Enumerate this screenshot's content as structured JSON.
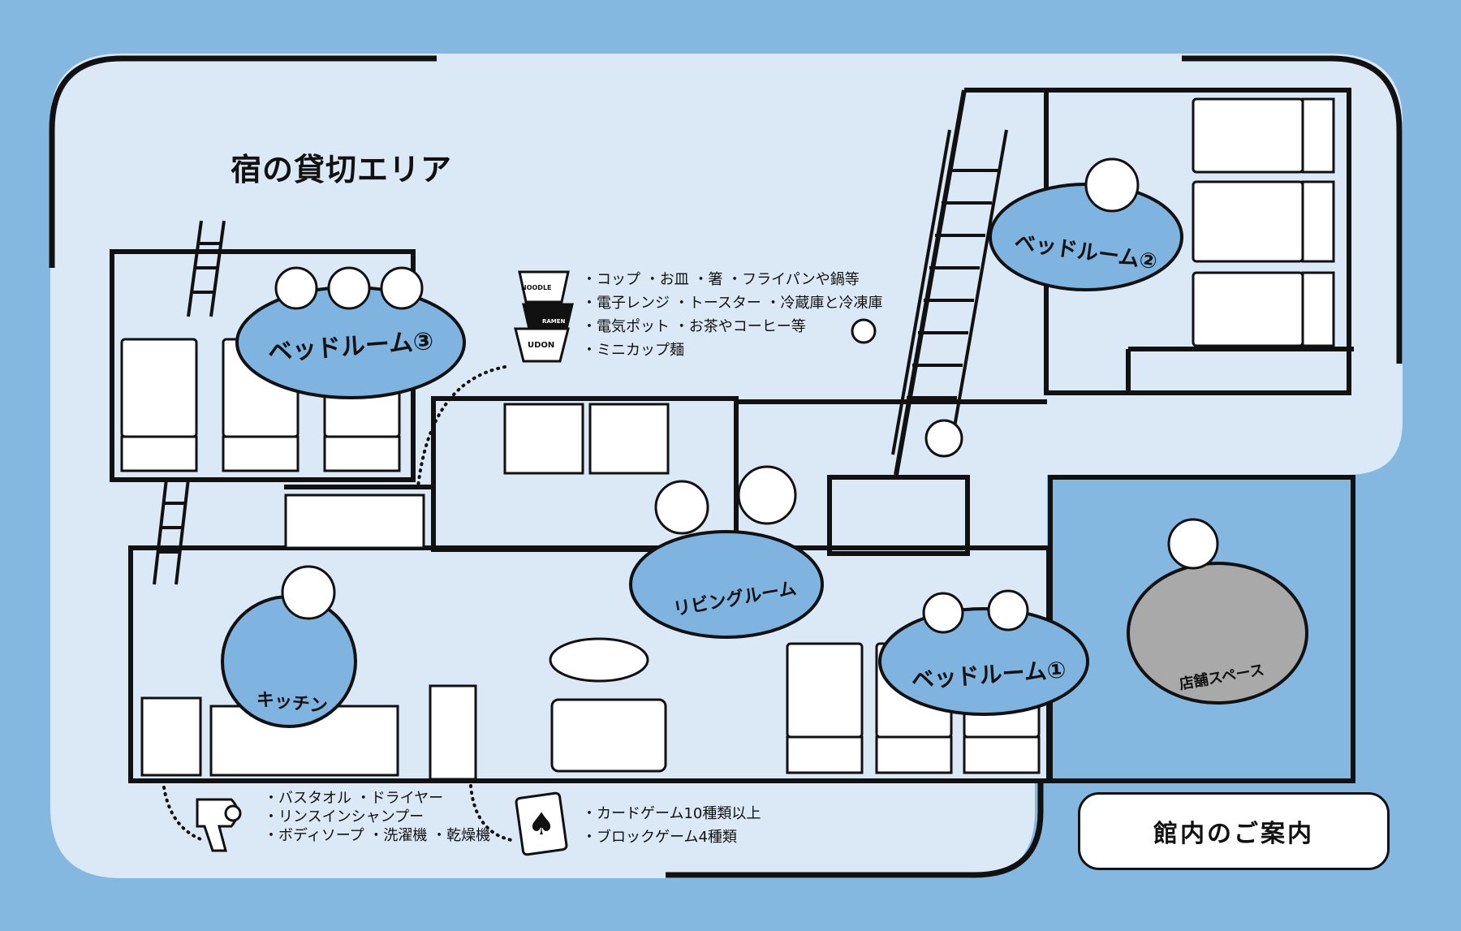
{
  "title": "宿の貸切エリア",
  "rooms": {
    "bedroom3": "ベッドルーム③",
    "bedroom2": "ベッドルーム②",
    "bedroom1": "ベッドルーム①",
    "living": "リビングルーム",
    "kitchen": "キッチン",
    "store": "店舗スペース"
  },
  "kitchen_amenities": [
    "・コップ ・お皿 ・箸 ・フライパンや鍋等",
    "・電子レンジ ・トースター ・冷蔵庫と冷凍庫",
    "・電気ポット ・お茶やコーヒー等",
    "・ミニカップ麺"
  ],
  "cup_labels": [
    "NOODLE",
    "RAMEN",
    "UDON"
  ],
  "bath_amenities": [
    "・バスタオル ・ドライヤー",
    "・リンスインシャンプー",
    "・ボディソープ ・洗濯機 ・乾燥機"
  ],
  "game_amenities": [
    "・カードゲーム10種類以上",
    "・ブロックゲーム4種類"
  ],
  "guide_button": "館内のご案内",
  "colors": {
    "outer": "#85b8e0",
    "inner": "#dbe8f5",
    "bubble": "#80b4e0",
    "store_bubble": "#a9a9a9"
  }
}
